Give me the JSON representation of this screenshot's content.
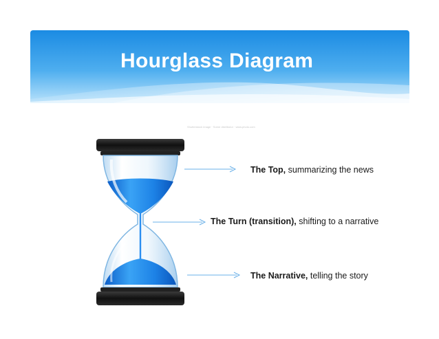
{
  "slide": {
    "title": "Hourglass Diagram",
    "watermark": "Shutterstock image · Some distributor · www.photo.com",
    "colors": {
      "header_top": "#1e8fe6",
      "header_bottom": "#a9dafa",
      "sand": "#1a7fe8",
      "frame": "#1c1c1c",
      "arrow": "#6ab0e8"
    },
    "labels": [
      {
        "bold": "The Top,",
        "text": " summarizing the news"
      },
      {
        "bold": "The Turn (transition),",
        "text": " shifting to a narrative"
      },
      {
        "bold": "The Narrative,",
        "text": " telling the story"
      }
    ]
  }
}
